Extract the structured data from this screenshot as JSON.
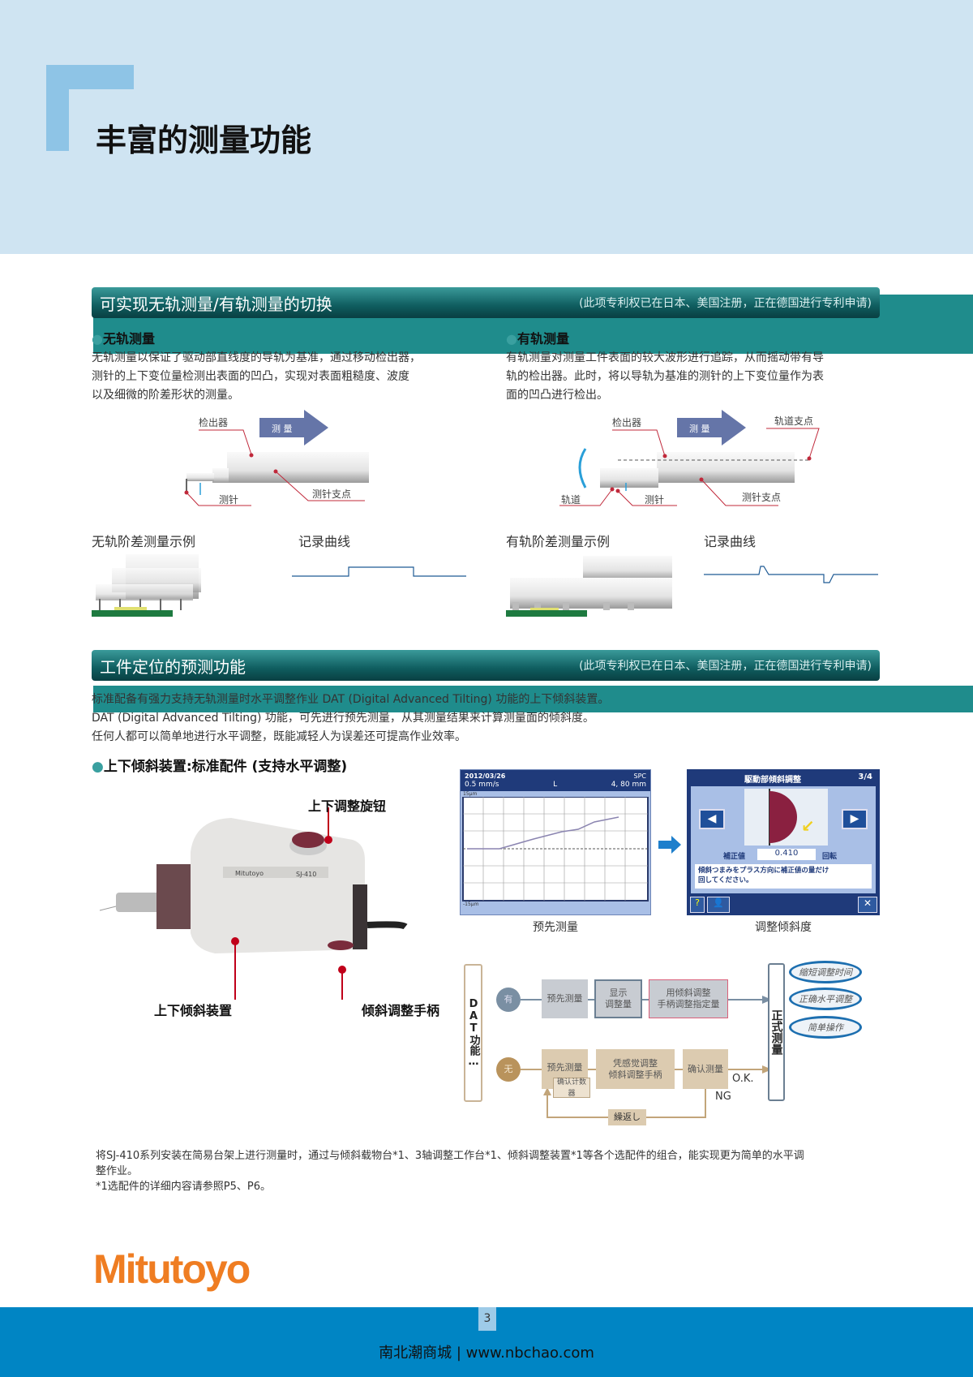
{
  "page_title": "丰富的测量功能",
  "section1": {
    "title": "可实现无轨测量/有轨测量的切换",
    "note": "(此项专利权已在日本、美国注册，正在德国进行专利申请)",
    "left": {
      "heading": "无轨测量",
      "lines": [
        "无轨测量以保证了驱动部直线度的导轨为基准，通过移动检出器，",
        "测针的上下变位量检测出表面的凹凸，实现对表面粗糙度、波度",
        "以及细微的阶差形状的测量。"
      ],
      "diagram": {
        "arrow": "测 量",
        "detector": "检出器",
        "stylus": "测针",
        "pivot": "测针支点"
      },
      "example_caption": "无轨阶差测量示例",
      "curve_caption": "记录曲线"
    },
    "right": {
      "heading": "有轨测量",
      "lines": [
        "有轨测量对测量工件表面的较大波形进行追踪，从而摇动带有导",
        "轨的检出器。此时，将以导轨为基准的测针的上下变位量作为表",
        "面的凹凸进行检出。"
      ],
      "diagram": {
        "arrow": "测 量",
        "detector": "检出器",
        "rail_pivot": "轨道支点",
        "rail": "轨道",
        "stylus": "测针",
        "pivot": "测针支点"
      },
      "example_caption": "有轨阶差测量示例",
      "curve_caption": "记录曲线"
    }
  },
  "section2": {
    "title": "工件定位的预测功能",
    "note": "(此项专利权已在日本、美国注册，正在德国进行专利申请)",
    "lines": [
      "标准配备有强力支持无轨测量时水平调整作业 DAT (Digital Advanced Tilting) 功能的上下倾斜装置。",
      "DAT (Digital Advanced Tilting) 功能，可先进行预先测量，从其测量结果来计算测量面的倾斜度。",
      "任何人都可以简单地进行水平调整，既能减轻人为误差还可提高作业效率。"
    ],
    "device_heading": "上下倾斜装置:标准配件 (支持水平调整)",
    "device": {
      "knob": "上下调整旋钮",
      "tilt_unit": "上下倾斜装置",
      "handle": "倾斜调整手柄",
      "brand": "Mitutoyo",
      "model": "SJ-410"
    },
    "screen1": {
      "date": "2012/03/26",
      "spc": "SPC",
      "speed": "0.5 mm/s",
      "l": "L",
      "length": "4, 80  mm",
      "ytop": "15μm",
      "ybot": "-15μm",
      "caption": "预先测量"
    },
    "screen2": {
      "title": "駆動部傾斜調整",
      "page": "3/4",
      "label": "補正値",
      "value": "0.410",
      "unit": "回転",
      "msg1": "傾斜つまみをプラス方向に補正値の量だけ",
      "msg2": "回してください。",
      "caption": "调整倾斜度"
    },
    "flow": {
      "dat": "DAT功能…",
      "yes": "有",
      "no": "无",
      "row1": [
        "预先测量",
        "显示\n调整量",
        "用倾斜调整\n手柄调整指定量"
      ],
      "row2": [
        "预先测量",
        "凭感觉调整\n倾斜调整手柄",
        "确认测量"
      ],
      "counter": "确认计数器",
      "ok": "O.K.",
      "ng": "NG",
      "repeat": "繰返し",
      "final": "正式测量",
      "benefits": [
        "缩短调整时间",
        "正确水平调整",
        "简单操作"
      ]
    }
  },
  "footnote": [
    "将SJ-410系列安装在简易台架上进行测量时，通过与倾斜载物台*1、3轴调整工作台*1、倾斜调整装置*1等各个选配件的组合，能实现更为简单的水平调",
    "整作业。",
    "*1选配件的详细内容请参照P5、P6。"
  ],
  "logo": "Mitutoyo",
  "page_number": "3",
  "footer": "南北潮商城 | www.nbchao.com",
  "colors": {
    "header": "#cfe4f2",
    "teal": "#1f8c8c",
    "footer": "#0085c4",
    "logo": "#ef7d22"
  }
}
